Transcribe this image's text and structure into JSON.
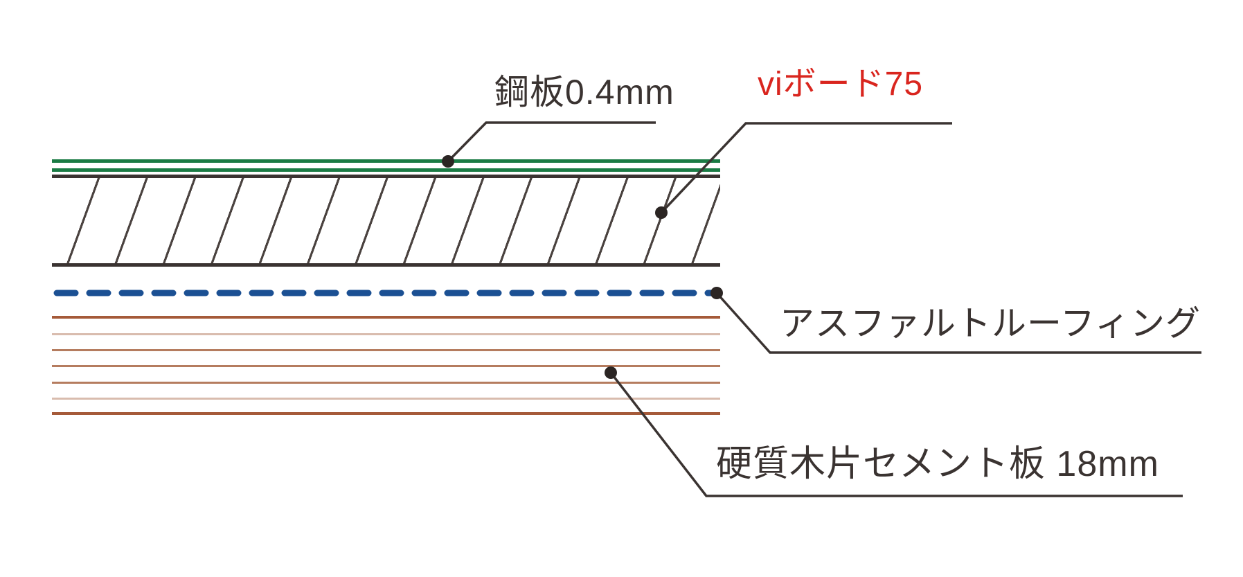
{
  "figure": {
    "type": "roof-layer-cross-section",
    "background_color": "#ffffff",
    "labels": {
      "steel_plate": {
        "text": "鋼板0.4mm",
        "color": "#3a3331"
      },
      "vi_board": {
        "text": "viボード75",
        "color": "#d9251e"
      },
      "asphalt_roofing": {
        "text": "アスファルトルーフィング",
        "color": "#3a3331"
      },
      "cement_board": {
        "text": "硬質木片セメント板 18mm",
        "color": "#3a3331"
      }
    },
    "layers": [
      {
        "name": "steel-plate-sheet",
        "label": "鋼板0.4mm",
        "style": "double-horizontal-line",
        "color": "#1a7b44"
      },
      {
        "name": "vi-board-75",
        "label": "viボード75",
        "style": "diagonal-hatch-band",
        "hatch_color": "#4a423f",
        "border_color": "#3a3331"
      },
      {
        "name": "asphalt-roofing-membrane",
        "label": "アスファルトルーフィング",
        "style": "dashed-horizontal-line",
        "color": "#1b5093"
      },
      {
        "name": "hard-wood-chip-cement-board",
        "label": "硬質木片セメント板 18mm",
        "style": "horizontal-line-stack",
        "colors": [
          "#a55a39",
          "#d9bcae",
          "#b57c5f"
        ]
      }
    ],
    "annotation": {
      "leader_color": "#3a3331",
      "dot_color": "#2b2523"
    }
  }
}
